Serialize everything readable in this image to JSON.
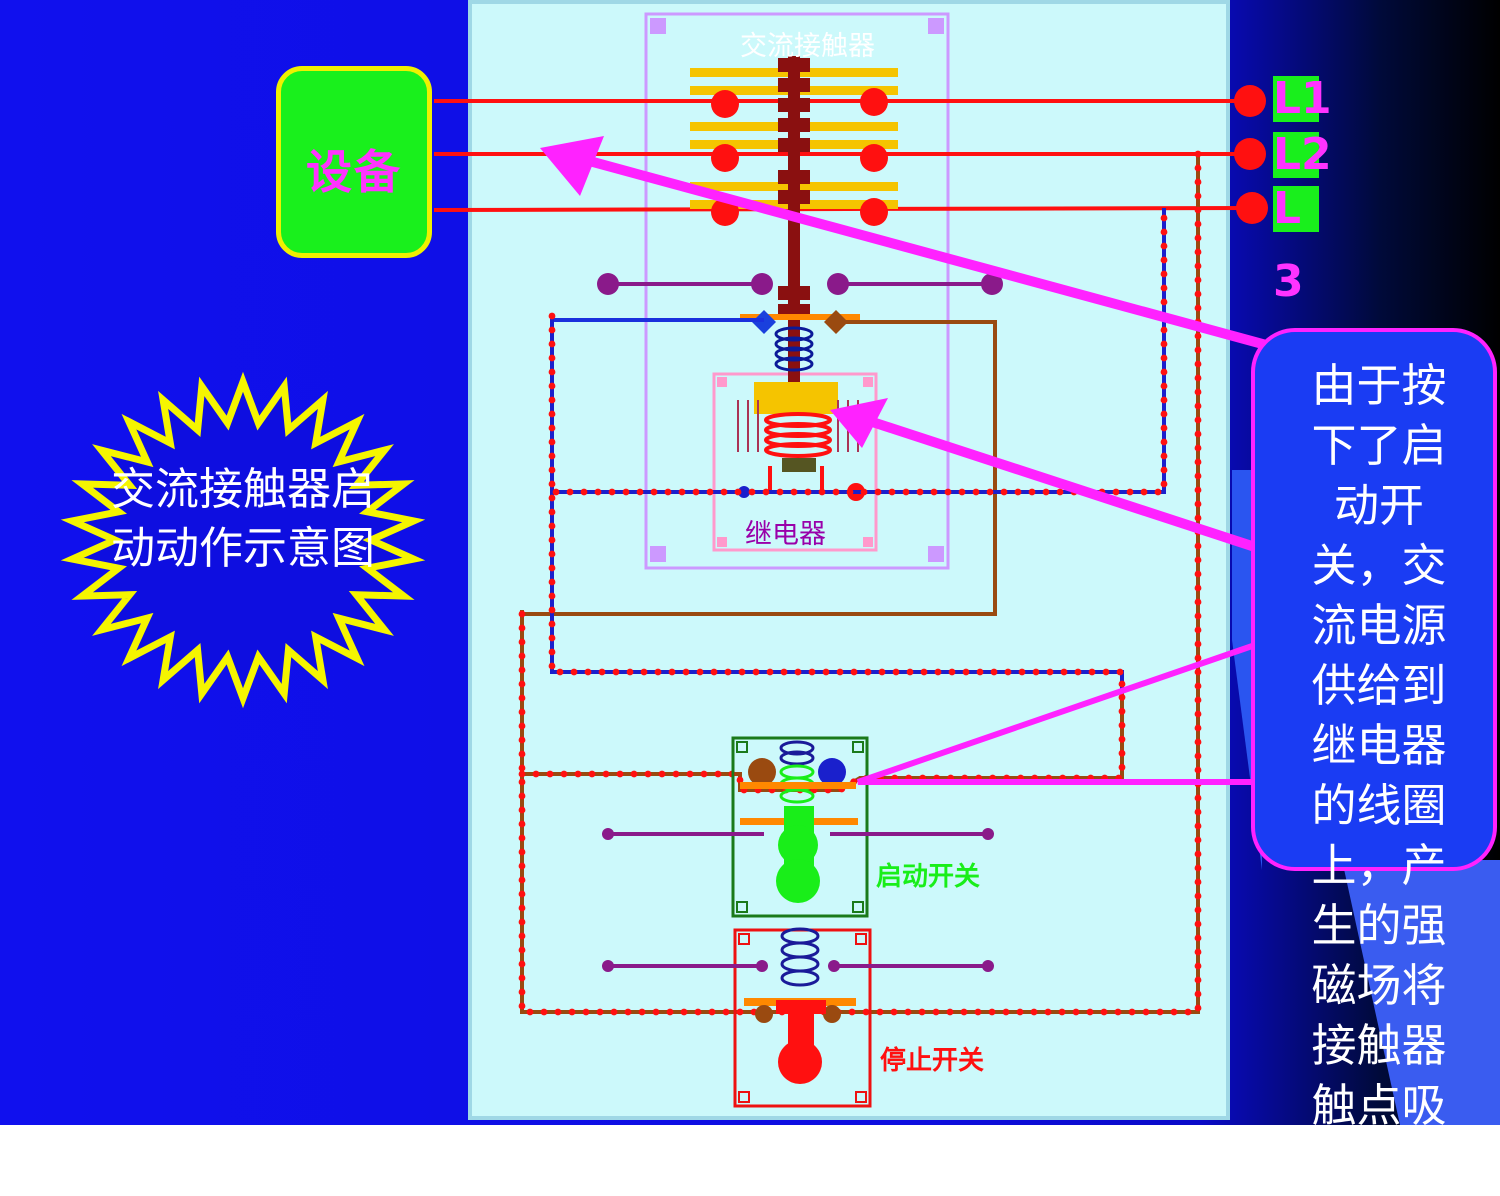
{
  "device_label": "设备",
  "title_lines": "交流接触器启动动作示意图",
  "contactor_label": "交流接触器",
  "relay_label": "继电器",
  "start_switch_label": "启动开关",
  "stop_switch_label": "停止开关",
  "phases": [
    "L1",
    "L2",
    "L"
  ],
  "phase_3_suffix": "3",
  "callout_text": "由于按下了启动开关，交流电源供给到继电器的线圈上，产生的强磁场将接触器触点吸合，",
  "colors": {
    "background": "#1010ee",
    "panel": "#ccf9fb",
    "device": "#19f01c",
    "wire_red": "#ff1010",
    "wire_blue": "#1020cc",
    "wire_brown": "#9a4a10",
    "arrow_magenta": "#ff22ff",
    "burst": "#f5f500"
  },
  "icons": [
    "starburst-shape",
    "coil-spring-icon",
    "contact-terminal-icon",
    "arrow-icon"
  ]
}
